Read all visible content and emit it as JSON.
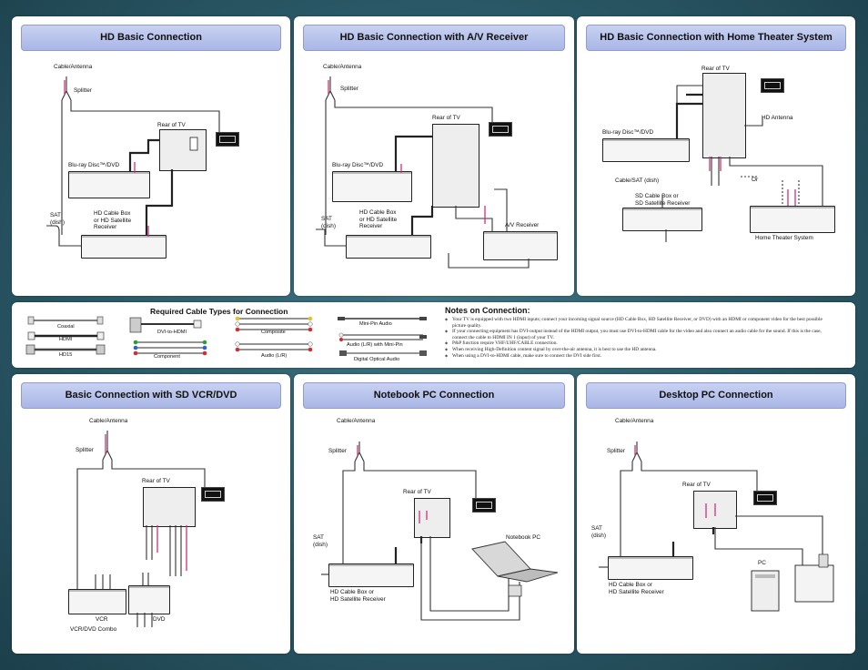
{
  "panels": {
    "p1": {
      "title": "HD Basic Connection",
      "labels": {
        "cable": "Cable/Antenna",
        "splitter": "Splitter",
        "rear_tv": "Rear of TV",
        "bluray": "Blu-ray Disc™/DVD",
        "sat": "SAT\n(dish)",
        "cablebox": "HD Cable Box\nor HD Satellite\nReceiver"
      }
    },
    "p2": {
      "title": "HD Basic Connection with A/V Receiver",
      "labels": {
        "cable": "Cable/Antenna",
        "splitter": "Splitter",
        "rear_tv": "Rear of TV",
        "bluray": "Blu-ray Disc™/DVD",
        "sat": "SAT\n(dish)",
        "cablebox": "HD Cable Box\nor HD Satellite\nReceiver",
        "avr": "A/V Receiver"
      }
    },
    "p3": {
      "title": "HD Basic Connection with Home Theater System",
      "labels": {
        "rear_tv": "Rear of TV",
        "hd_antenna": "HD Antenna",
        "bluray": "Blu-ray Disc™/DVD",
        "cablesat": "Cable/SAT (dish)",
        "or": "Or",
        "sdbox": "SD Cable Box or\nSD Satellite Receiver",
        "hts": "Home Theater System"
      }
    },
    "p4": {
      "title": "Basic Connection with SD VCR/DVD",
      "labels": {
        "cable": "Cable/Antenna",
        "splitter": "Splitter",
        "rear_tv": "Rear of TV",
        "vcr": "VCR",
        "dvd": "DVD",
        "combo": "VCR/DVD Combo"
      }
    },
    "p5": {
      "title": "Notebook PC Connection",
      "labels": {
        "cable": "Cable/Antenna",
        "splitter": "Splitter",
        "rear_tv": "Rear of TV",
        "sat": "SAT\n(dish)",
        "notebook": "Notebook PC",
        "cablebox": "HD Cable Box or\nHD Satellite Receiver"
      }
    },
    "p6": {
      "title": "Desktop PC Connection",
      "labels": {
        "cable": "Cable/Antenna",
        "splitter": "Splitter",
        "rear_tv": "Rear of TV",
        "sat": "SAT\n(dish)",
        "pc": "PC",
        "cablebox": "HD Cable Box or\nHD Satellite Receiver"
      }
    }
  },
  "cables": {
    "title": "Required Cable Types for Connection",
    "coaxial": "Coaxial",
    "hdmi": "HDMI",
    "hd15": "HD15",
    "dvi_hdmi": "DVI-to-HDMI",
    "component": "Component",
    "composite": "Composite",
    "audio_lr": "Audio (L/R)",
    "mini_pin": "Mini-Pin Audio",
    "audio_lr_mini": "Audio (L/R) with Mini-Pin",
    "optical": "Digital Optical Audio"
  },
  "notes": {
    "title": "Notes on Connection:",
    "items": [
      "Your TV is equipped with two HDMI inputs; connect your incoming signal source (HD Cable Box, HD Satellite Receiver, or DVD) with an HDMI or component video for the best possible picture quality.",
      "If your connecting equipment has DVI-output instead of the HDMI output, you must use DVI-to-HDMI cable for the video and also connect an audio cable for the sound. If this is the case, connect the cable to HDMI IN 1 (input) of your TV.",
      "P&P function require VHF/UHF/CABLE connection.",
      "When receiving High-Definition content signal by over-the-air antenna, it is best to use the HD antenna.",
      "When using a DVI-to-HDMI cable, make sure to connect the DVI side first."
    ]
  },
  "colors": {
    "background": "#2b5967",
    "title_bar": "#b7c2ec",
    "wire_accent": "#d0307d"
  }
}
